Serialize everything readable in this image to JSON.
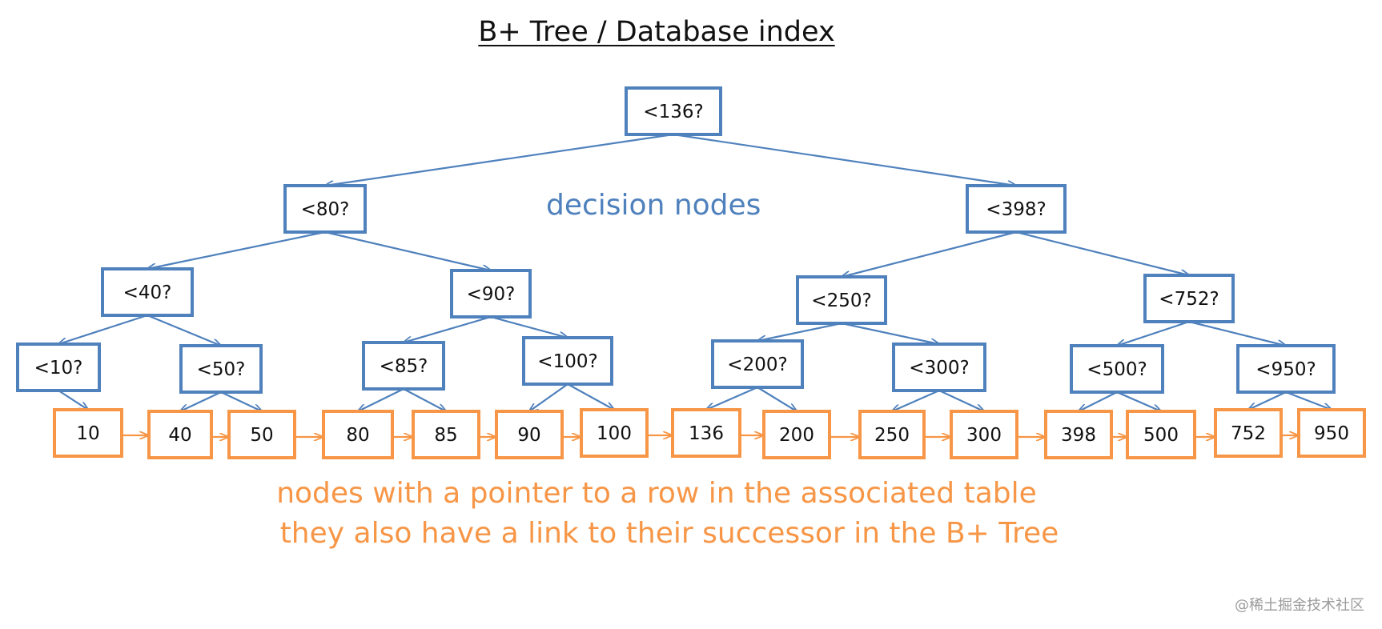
{
  "title": "B+ Tree / Database index",
  "decision_label": "decision nodes",
  "leaf_caption": {
    "line1": "nodes with a pointer to a row in the associated table",
    "line2": "they also have a link to their successor in the B+ Tree"
  },
  "watermark": "@稀土掘金技术社区",
  "colors": {
    "decision": "#4F81BD",
    "leaf": "#F79646",
    "title": "#111111"
  },
  "decision_nodes": [
    {
      "id": "n136",
      "label": "<136?"
    },
    {
      "id": "n80",
      "label": "<80?"
    },
    {
      "id": "n398",
      "label": "<398?"
    },
    {
      "id": "n40",
      "label": "<40?"
    },
    {
      "id": "n90",
      "label": "<90?"
    },
    {
      "id": "n250",
      "label": "<250?"
    },
    {
      "id": "n752",
      "label": "<752?"
    },
    {
      "id": "n10",
      "label": "<10?"
    },
    {
      "id": "n50",
      "label": "<50?"
    },
    {
      "id": "n85",
      "label": "<85?"
    },
    {
      "id": "n100",
      "label": "<100?"
    },
    {
      "id": "n200",
      "label": "<200?"
    },
    {
      "id": "n300",
      "label": "<300?"
    },
    {
      "id": "n500",
      "label": "<500?"
    },
    {
      "id": "n950",
      "label": "<950?"
    }
  ],
  "leaf_nodes": [
    {
      "id": "l10",
      "label": "10"
    },
    {
      "id": "l40",
      "label": "40"
    },
    {
      "id": "l50",
      "label": "50"
    },
    {
      "id": "l80",
      "label": "80"
    },
    {
      "id": "l85",
      "label": "85"
    },
    {
      "id": "l90",
      "label": "90"
    },
    {
      "id": "l100",
      "label": "100"
    },
    {
      "id": "l136",
      "label": "136"
    },
    {
      "id": "l200",
      "label": "200"
    },
    {
      "id": "l250",
      "label": "250"
    },
    {
      "id": "l300",
      "label": "300"
    },
    {
      "id": "l398",
      "label": "398"
    },
    {
      "id": "l500",
      "label": "500"
    },
    {
      "id": "l752",
      "label": "752"
    },
    {
      "id": "l950",
      "label": "950"
    }
  ],
  "edges": [
    [
      "n136",
      "n80"
    ],
    [
      "n136",
      "n398"
    ],
    [
      "n80",
      "n40"
    ],
    [
      "n80",
      "n90"
    ],
    [
      "n398",
      "n250"
    ],
    [
      "n398",
      "n752"
    ],
    [
      "n40",
      "n10"
    ],
    [
      "n40",
      "n50"
    ],
    [
      "n90",
      "n85"
    ],
    [
      "n90",
      "n100"
    ],
    [
      "n250",
      "n200"
    ],
    [
      "n250",
      "n300"
    ],
    [
      "n752",
      "n500"
    ],
    [
      "n752",
      "n950"
    ],
    [
      "n10",
      "l10"
    ],
    [
      "n50",
      "l40"
    ],
    [
      "n50",
      "l50"
    ],
    [
      "n85",
      "l80"
    ],
    [
      "n85",
      "l85"
    ],
    [
      "n100",
      "l90"
    ],
    [
      "n100",
      "l100"
    ],
    [
      "n200",
      "l136"
    ],
    [
      "n200",
      "l200"
    ],
    [
      "n300",
      "l250"
    ],
    [
      "n300",
      "l300"
    ],
    [
      "n500",
      "l398"
    ],
    [
      "n500",
      "l500"
    ],
    [
      "n950",
      "l752"
    ],
    [
      "n950",
      "l950"
    ]
  ]
}
